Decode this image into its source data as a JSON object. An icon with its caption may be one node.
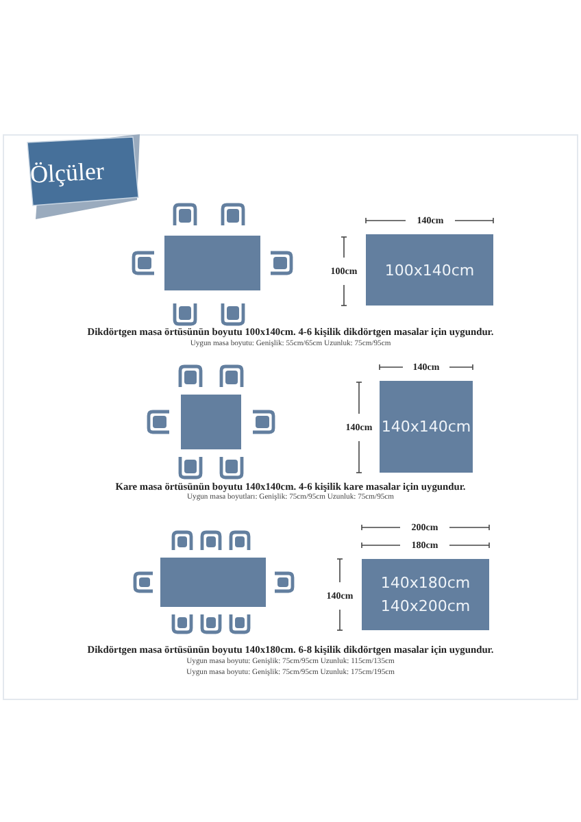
{
  "diagram": {
    "title": "Ölçüler",
    "nodes": [
      {
        "text": [
          "100x140cm"
        ]
      },
      {
        "text": [
          "140x140cm"
        ]
      },
      {
        "text": [
          "140x180cm",
          "140x200cm"
        ]
      }
    ],
    "labels": [
      "140cm",
      "100cm",
      "Dikdörtgen masa örtüsünün boyutu 100x140cm. 4-6 kişilik dikdörtgen masalar için uygundur.",
      "Uygun masa boyutu: Genişlik: 55cm/65cm Uzunluk: 75cm/95cm",
      "140cm",
      "140cm",
      "Kare masa örtüsünün boyutu 140x140cm. 4-6 kişilik kare masalar için uygundur.",
      "Uygun masa boyutları: Genişlik: 75cm/95cm  Uzunluk: 75cm/95cm",
      "200cm",
      "180cm",
      "140cm",
      "Dikdörtgen masa örtüsünün boyutu 140x180cm. 6-8 kişilik dikdörtgen masalar için uygundur.",
      "Uygun masa boyutu: Genişlik: 75cm/95cm  Uzunluk: 115cm/135cm",
      "Uygun masa boyutu: Genişlik: 75cm/95cm  Uzunluk: 175cm/195cm"
    ]
  }
}
